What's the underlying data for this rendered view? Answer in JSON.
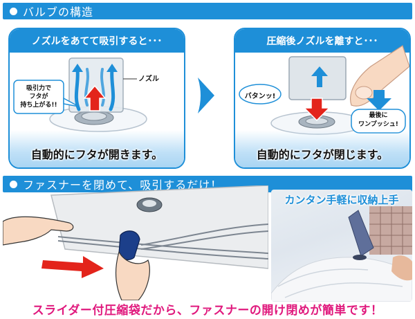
{
  "colors": {
    "brand_blue": "#1e8fd8",
    "light_blue": "#bfe0f7",
    "arrow_red": "#e3241b",
    "caption_pink": "#e0197d",
    "slider_navy": "#1c3f8a"
  },
  "section1": {
    "title": "バルブの構造",
    "panel_left": {
      "title": "ノズルをあてて吸引すると･･･",
      "nozzle_label": "ノズル",
      "callout_lines": [
        "吸引力で",
        "フタが",
        "持ち上がる!!"
      ],
      "caption": "自動的にフタが開きます。"
    },
    "panel_right": {
      "title": "圧縮後ノズルを離すと･･･",
      "bubble_left": "バタンッ!",
      "bubble_right_lines": [
        "最後に",
        "ワンプッシュ!"
      ],
      "caption": "自動的にフタが閉じます。"
    }
  },
  "section2": {
    "title": "ファスナーを閉めて、吸引するだけ！",
    "photo_caption": "カンタン手軽に収納上手",
    "bottom_caption": "スライダー付圧縮袋だから、ファスナーの開け閉めが簡単です！"
  }
}
